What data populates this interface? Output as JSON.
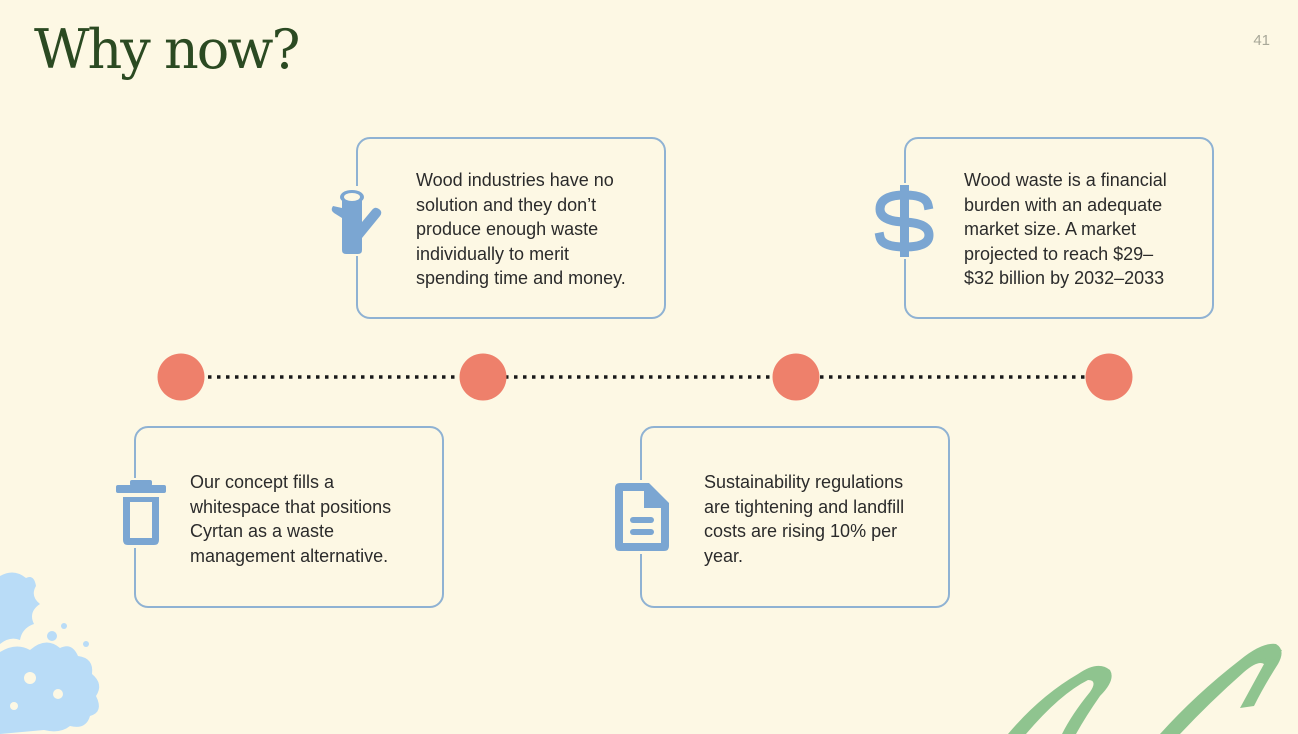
{
  "slide": {
    "title": "Why now?",
    "page_number": "41"
  },
  "cards": [
    {
      "id": "wood-industries",
      "icon": "tree-stump-icon",
      "text": "Wood industries have no\nsolution and they don’t\nproduce enough waste\nindividually to merit\nspending time and money."
    },
    {
      "id": "financial-burden",
      "icon": "dollar-sign-icon",
      "text": "Wood waste is a financial\nburden with an adequate\nmarket size. A market\nprojected to reach $29–\n$32 billion by 2032–2033"
    },
    {
      "id": "concept-whitespace",
      "icon": "trash-bin-icon",
      "text": "Our concept fills a\nwhitespace that positions\nCyrtan as a waste\nmanagement alternative."
    },
    {
      "id": "regulations",
      "icon": "document-icon",
      "text": "Sustainability regulations\nare tightening and landfill\ncosts are rising 10% per\nyear."
    }
  ],
  "colors": {
    "background": "#fdf8e4",
    "title": "#2b4a22",
    "card_border": "#8fb2d3",
    "icon": "#7ba6d2",
    "timeline_dot": "#ee806b",
    "timeline_line": "#1a1a1a",
    "deco_blue": "#b9dcf7",
    "deco_green": "#8fc48f"
  }
}
